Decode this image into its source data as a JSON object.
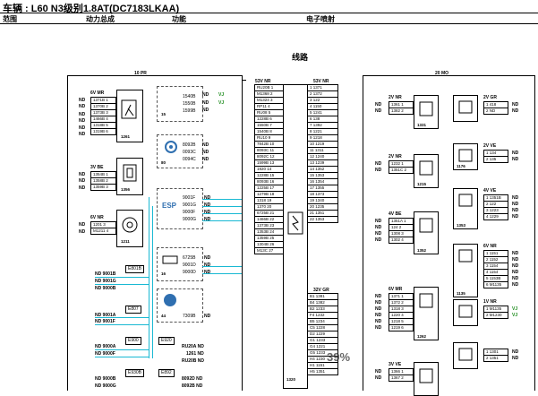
{
  "header": {
    "vehicle": "车辆 : L60 N3级别1.8AT(DC7183LKAA)",
    "col_scope": "范围",
    "col_group": "动力总成",
    "col_function": "功能",
    "col_system": "电子喷射"
  },
  "diagram": {
    "title": "线路",
    "left_bus_label": "10 PR",
    "right_bus_label": "20 MO",
    "center_connector_left_label": "53V NR",
    "center_connector_right_label": "53V NR",
    "center_lower_label": "32V GR",
    "center_component_number": "1320",
    "zoom": "39%"
  },
  "left_components": [
    {
      "label": "6V MR",
      "pins": [
        "1371B 1",
        "1370B 2",
        "1373B 3",
        "1466B 4",
        "1318B 5",
        "1319B 6"
      ],
      "number": "1261"
    },
    {
      "label": "3V BE",
      "pins": [
        "1354B 1",
        "1358B 2",
        "1359B 3"
      ],
      "number": "1356"
    },
    {
      "label": "6V NR",
      "pins": [
        "1201 3",
        "M1211 4"
      ],
      "number": "1211"
    }
  ],
  "mid_components": [
    {
      "pins": [
        "1540B",
        "1550B",
        "1599B"
      ],
      "number": "15"
    },
    {
      "pins": [
        "8092B",
        "0093C",
        "0094C"
      ],
      "number": "80"
    },
    {
      "pins": [
        "9001F",
        "9001G",
        "9000F",
        "9000G"
      ],
      "icon": "ESP",
      "number": ""
    },
    {
      "pins": [
        "6725B",
        "9001D",
        "9000D"
      ],
      "number": "16"
    },
    {
      "pins": [
        "7309B"
      ],
      "number": "44"
    }
  ],
  "connectors_bottom_left": [
    {
      "box": "E801B",
      "lines": [
        "ND 9001B",
        "ND 9001G",
        "ND 9000B"
      ]
    },
    {
      "box": "E807",
      "lines": [
        "ND 9001A",
        "ND 9001F"
      ]
    },
    {
      "box": "E900",
      "lines": [
        "ND 9000A",
        "ND 9000F"
      ]
    },
    {
      "box": "E930B",
      "lines": [
        "ND 9000B",
        "ND 9000G"
      ]
    }
  ],
  "connectors_bottom_mid": [
    {
      "box": "E920",
      "lines": [
        "RU20A ND",
        "1261 ND",
        "RU20B ND"
      ]
    },
    {
      "box": "E892",
      "lines": [
        "8092D ND",
        "8092B ND"
      ]
    }
  ],
  "center_left_pins": [
    "RU20B 1",
    "M1368 2",
    "M1324 3",
    "RP11 4",
    "RU08 5",
    "1228B 6",
    "1550B 7",
    "1540B 8",
    "RU10 9",
    "7842B 10",
    "8093C 11",
    "8092C 12",
    "1599B 13",
    "1920 14",
    "1228B 15",
    "8093B 16",
    "1225B 17",
    "1279B 18",
    "1318 19",
    "1370 20",
    "6725B 21",
    "1466B 22",
    "1373B 23",
    "1353B 24",
    "1359B 25",
    "1304B 26",
    "M13C 27"
  ],
  "center_right_pins": [
    "1 1371",
    "2 1372",
    "3 122",
    "4 1150",
    "5 1241",
    "6 138",
    "7 1392",
    "8 1221",
    "9 1218",
    "10 1219",
    "11 1311",
    "12 1240",
    "13 1239",
    "14 1352",
    "15 1353",
    "16 1354",
    "17 1355",
    "18 1373",
    "19 1340",
    "20 1235",
    "21 1351",
    "22 1353"
  ],
  "center_lower_pins": [
    "B1 1381",
    "B4 1382",
    "B2 1233",
    "F4 1232",
    "B5 1234",
    "C5 1228",
    "D2 1229",
    "G1 1233",
    "G4 1221",
    "G5 1233",
    "H4 1230",
    "H1 1151",
    "H5 1351"
  ],
  "right_components": [
    {
      "label": "2V NR",
      "pins": [
        "1361 1",
        "1382 2"
      ],
      "number": "1331"
    },
    {
      "label": "2V NR",
      "pins": [
        "1232 1",
        "1351C 2"
      ],
      "number": "1215"
    },
    {
      "label": "4V BE",
      "pins": [
        "1351A 1",
        "124 2",
        "1308 3",
        "1302 4"
      ],
      "number": "1352"
    },
    {
      "label": "6V MR",
      "pins": [
        "1371 1",
        "1372 2",
        "1318 3",
        "1220 4",
        "1218 5",
        "1219 6"
      ],
      "number": "1262"
    },
    {
      "label": "3V VE",
      "pins": [
        "1366 1",
        "1367 2"
      ],
      "number": ""
    }
  ],
  "far_right_components": [
    {
      "label": "2V GR",
      "pins": [
        "1 418",
        "2 ND"
      ],
      "number": ""
    },
    {
      "label": "2V VE",
      "pins": [
        "1 134",
        "2 135"
      ],
      "number": "1176"
    },
    {
      "label": "4V VE",
      "pins": [
        "1 1351B",
        "2 122",
        "3 1223",
        "4 1229"
      ],
      "number": "1353"
    },
    {
      "label": "6V NR",
      "pins": [
        "1 1151",
        "2 1152",
        "3 1154",
        "4 1154",
        "5 1153B",
        "6 M1135"
      ],
      "number": "1135"
    },
    {
      "label": "1V NR",
      "pins": [
        "1 M1135",
        "2 M1230"
      ],
      "number": ""
    },
    {
      "label": "",
      "pins": [
        "1 1301",
        "2 1351"
      ],
      "number": ""
    }
  ],
  "colors": {
    "signal": "#19b9d3",
    "vj": "#1a8a1a"
  }
}
